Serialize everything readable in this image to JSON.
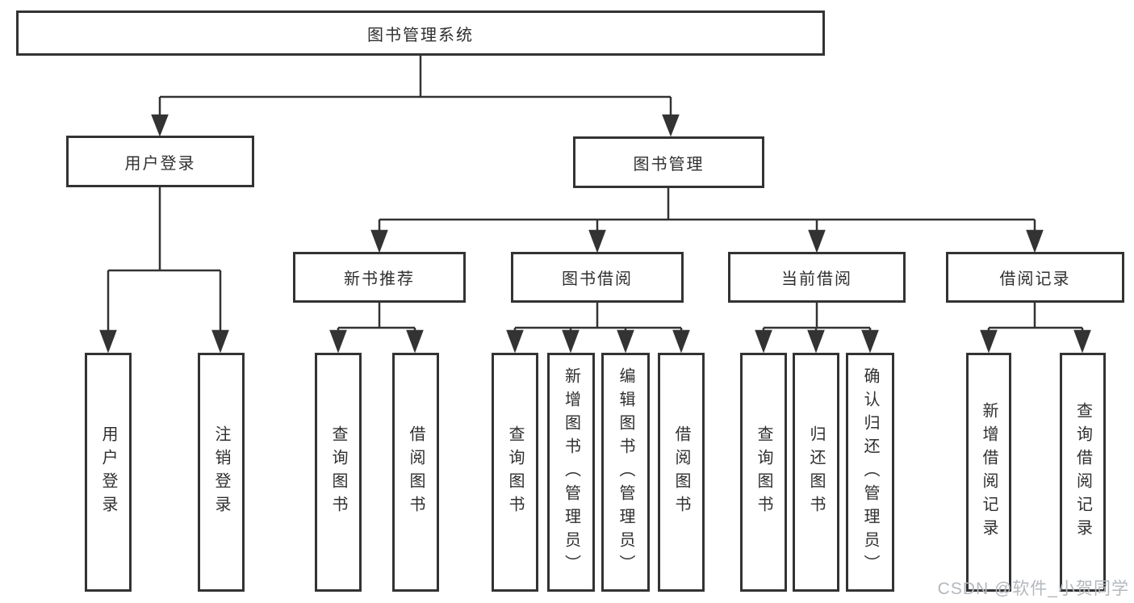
{
  "diagram": {
    "title": "图书管理系统",
    "nodes": {
      "root": {
        "label": "图书管理系统"
      },
      "user_login": {
        "label": "用户登录"
      },
      "book_management": {
        "label": "图书管理"
      },
      "new_book_recommend": {
        "label": "新书推荐"
      },
      "book_borrow": {
        "label": "图书借阅"
      },
      "current_borrow": {
        "label": "当前借阅"
      },
      "borrow_record": {
        "label": "借阅记录"
      },
      "leaves": [
        {
          "label": "用户登录"
        },
        {
          "label": "注销登录"
        },
        {
          "label": "查询图书"
        },
        {
          "label": "借阅图书"
        },
        {
          "label": "查询图书"
        },
        {
          "label": "新增图书（管理员）"
        },
        {
          "label": "编辑图书（管理员）"
        },
        {
          "label": "借阅图书"
        },
        {
          "label": "查询图书"
        },
        {
          "label": "归还图书"
        },
        {
          "label": "确认归还（管理员）"
        },
        {
          "label": "新增借阅记录"
        },
        {
          "label": "查询借阅记录"
        }
      ]
    },
    "colors": {
      "line": "#333333",
      "box_border": "#333333",
      "box_fill": "#ffffff",
      "text": "#2f2f2f",
      "watermark": "#b3b8bd"
    }
  },
  "watermark": {
    "text": "CSDN @软件_小贺同学"
  }
}
